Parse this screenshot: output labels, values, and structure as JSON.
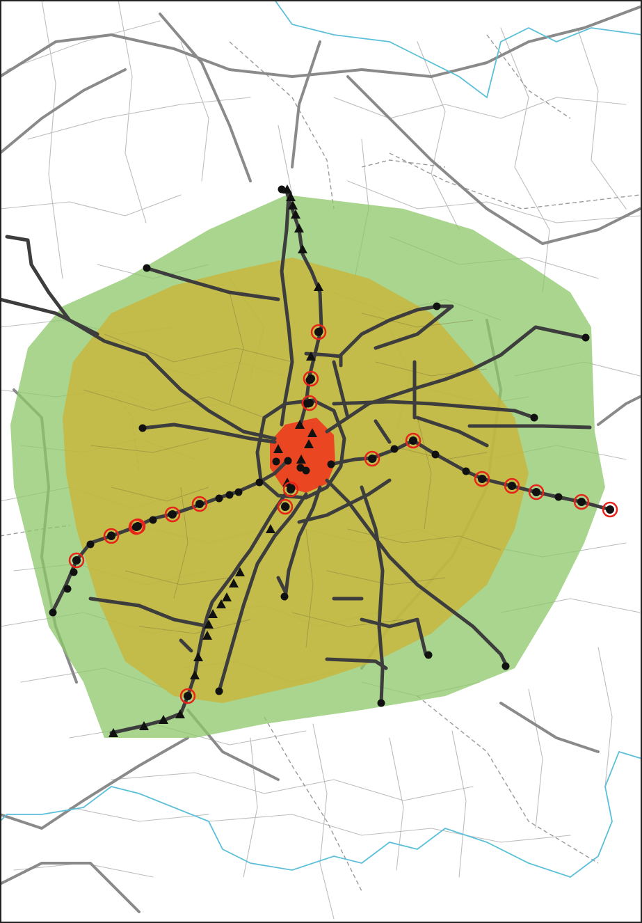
{
  "map": {
    "colors": {
      "background": "#ffffff",
      "frame": "#222222",
      "minor_street": "#bdbdbd",
      "major_road": "#8a8a8a",
      "railway": "#9a9a9a",
      "boundary": "#5bbfd9",
      "outer_zone": "#8cc76a",
      "middle_zone": "#c8b43a",
      "core_zone": "#f03a1e",
      "tram_line": "#3d3d3d",
      "stop_marker": "#111111",
      "highlight_ring": "#e8231a"
    },
    "legend_symbols": [
      "triangle-stop-icon",
      "circle-stop-icon",
      "red-ring-highlight-icon"
    ],
    "zones": [
      "outer-accessibility-zone",
      "middle-accessibility-zone",
      "core-accessibility-zone"
    ]
  }
}
